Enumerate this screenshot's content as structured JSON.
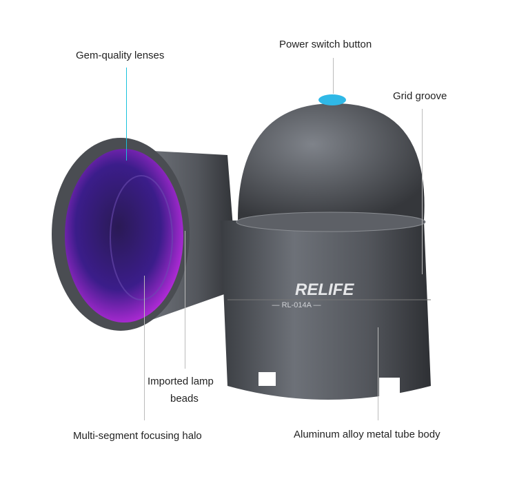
{
  "labels": {
    "lenses": "Gem-quality lenses",
    "power": "Power switch button",
    "groove": "Grid groove",
    "beads_line1": "Imported lamp",
    "beads_line2": "beads",
    "halo": "Multi-segment focusing halo",
    "body": "Aluminum alloy metal tube body"
  },
  "product": {
    "brand": "RELIFE",
    "model": "RL-014A"
  },
  "colors": {
    "button": "#2fb8e6",
    "accent_line": "#18c2dc",
    "uv": "#8a2bd8"
  }
}
